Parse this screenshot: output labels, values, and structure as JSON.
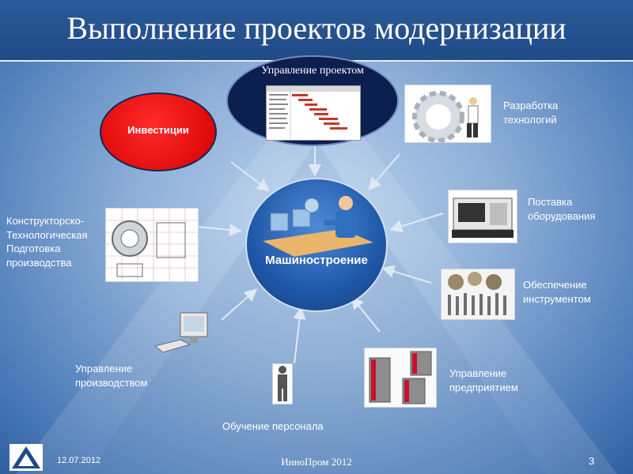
{
  "header": {
    "title": "Выполнение проектов модернизации"
  },
  "center": {
    "label": "Машиностроение"
  },
  "nodes": {
    "investments": "Инвестиции",
    "project_management": "Управление проектом",
    "tech_development": [
      "Разработка",
      "технологий"
    ],
    "equipment_supply": [
      "Поставка",
      "оборудования"
    ],
    "tooling": [
      "Обеспечение",
      "инструментом"
    ],
    "enterprise_management": [
      "Управление",
      "предприятием"
    ],
    "staff_training": "Обучение персонала",
    "production_management": [
      "Управление",
      "производством"
    ],
    "design_prep": [
      "Конструкторско-",
      "Технологическая",
      "Подготовка",
      "производства"
    ]
  },
  "footer": {
    "date": "12.07.2012",
    "event": "ИнноПром 2012",
    "page": "3"
  },
  "colors": {
    "title_bar": "#1f4b86",
    "red_ellipse": "#e00000",
    "navy_ellipse": "#0d1f4f",
    "center_circle": "#1f58a8"
  }
}
